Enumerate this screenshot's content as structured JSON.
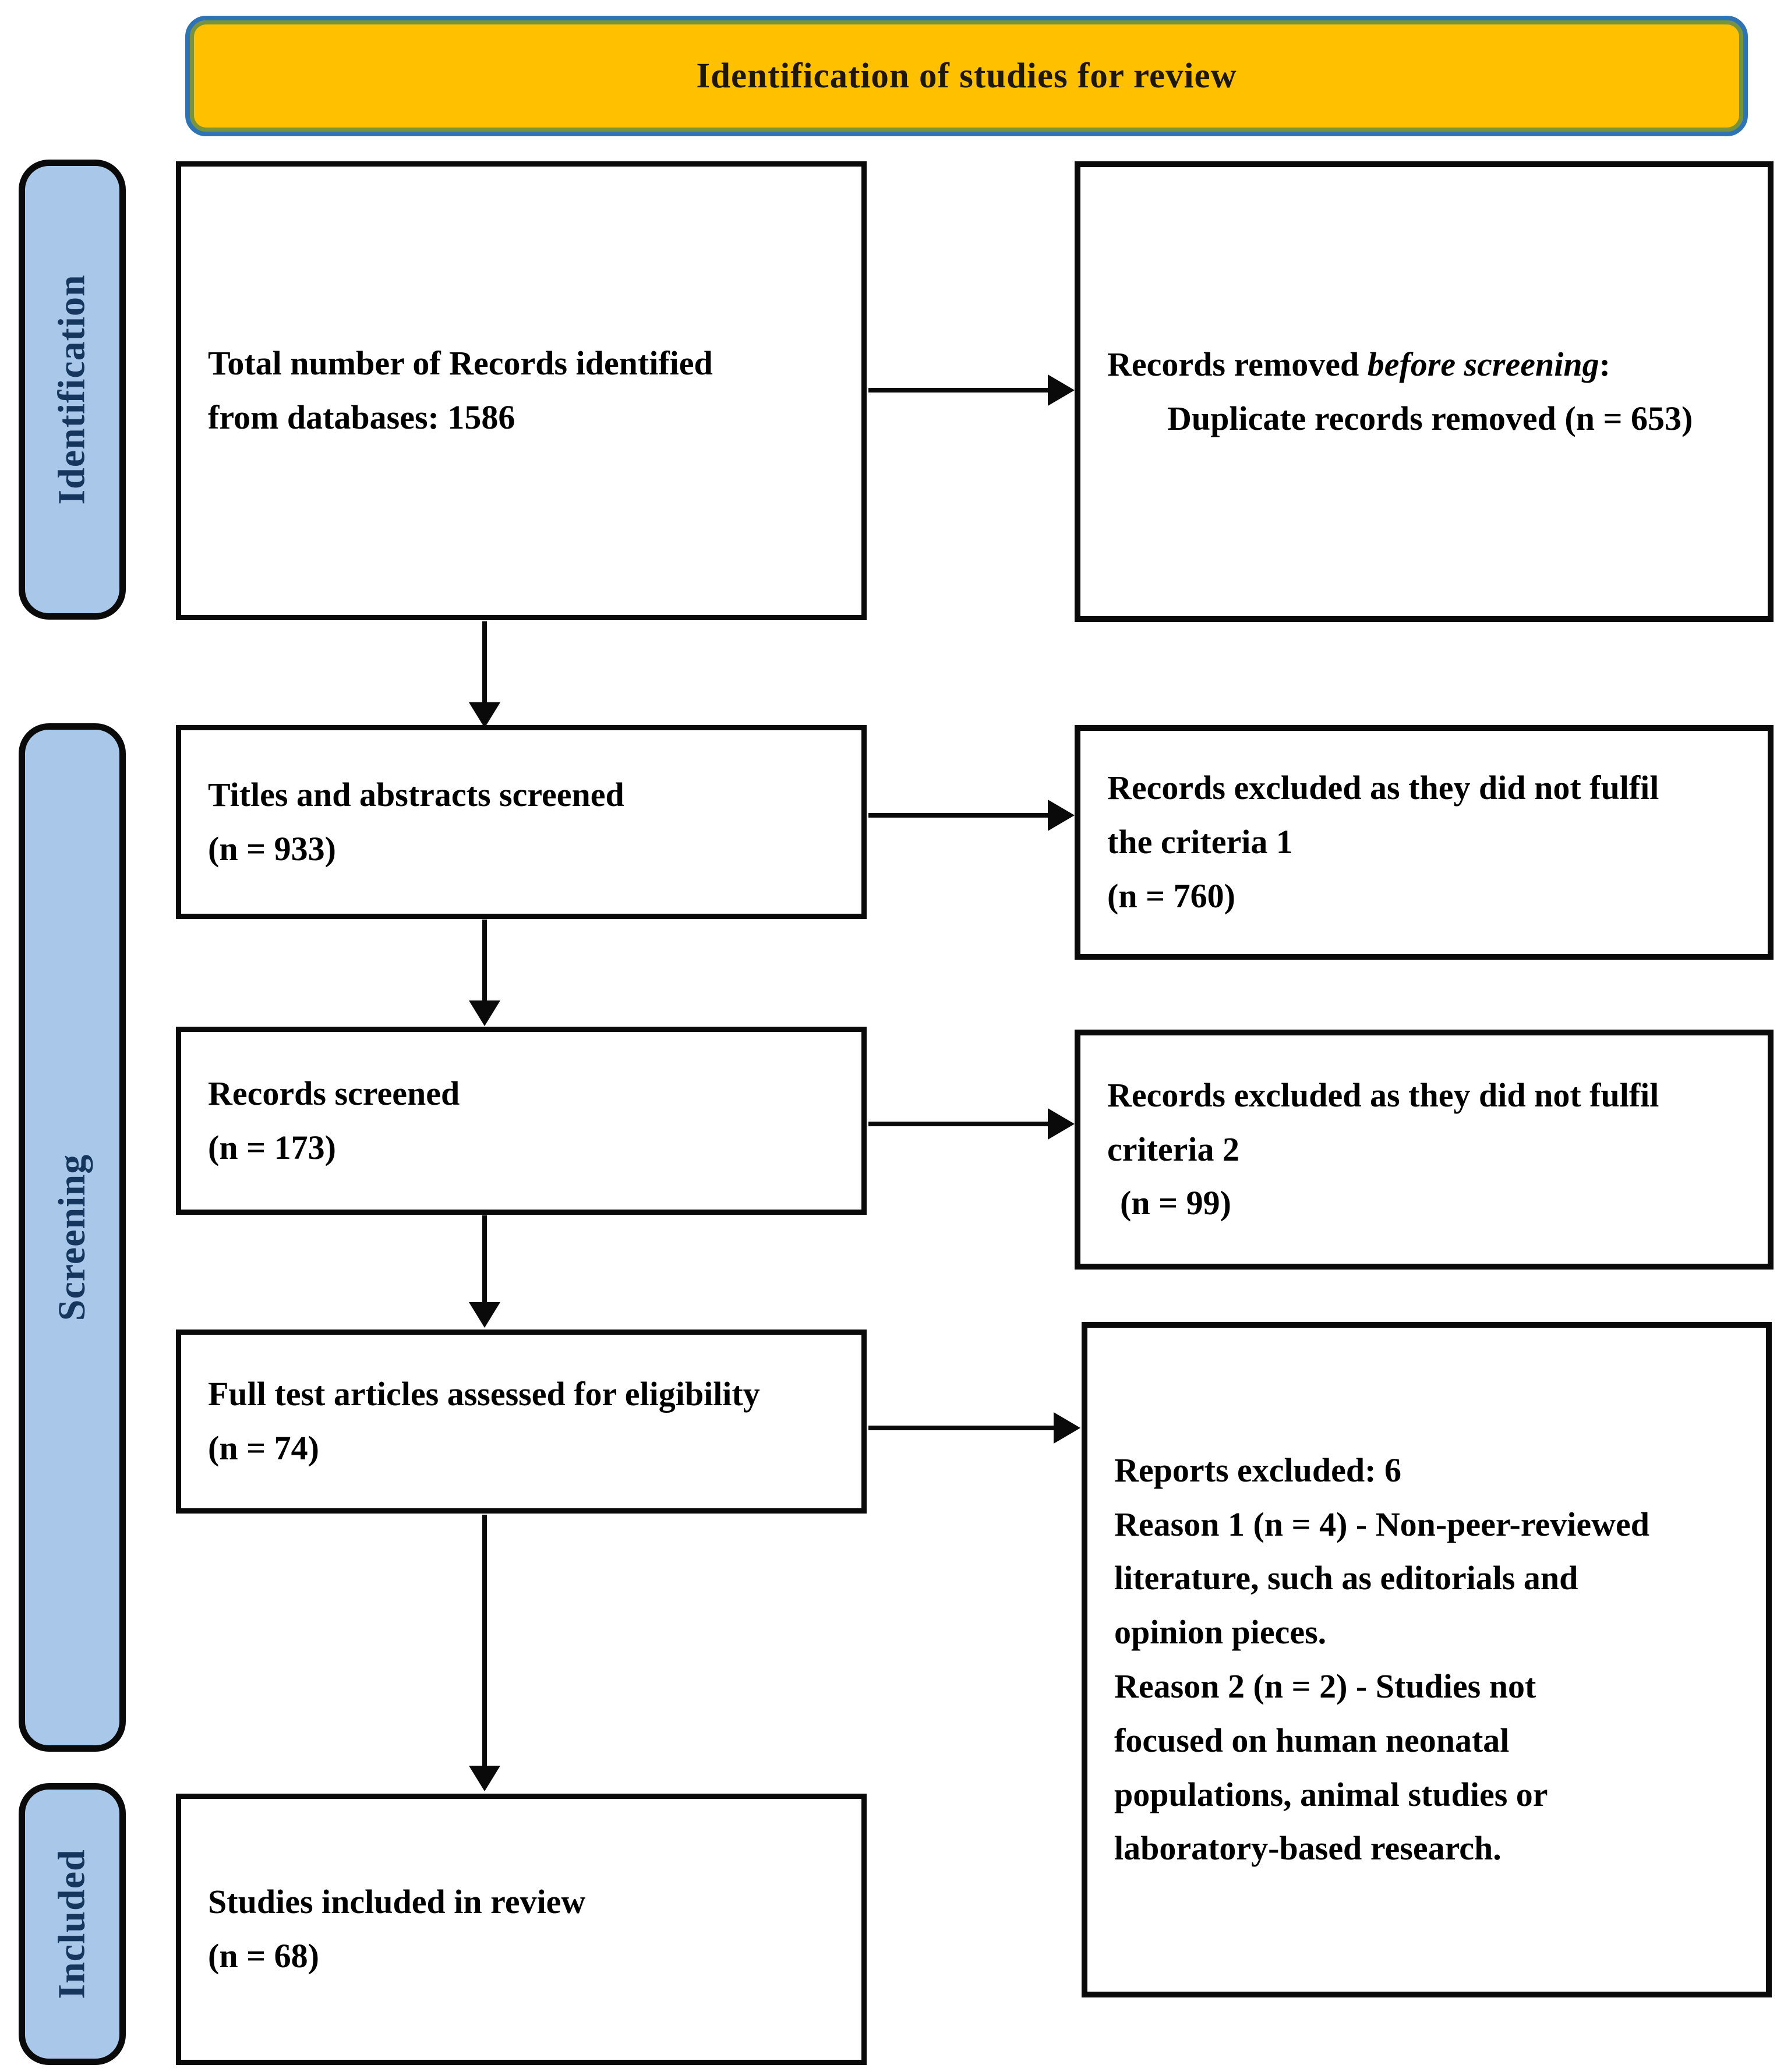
{
  "banner": {
    "title": "Identification of studies for review"
  },
  "stages": [
    {
      "label": "Identification"
    },
    {
      "label": "Screening"
    },
    {
      "label": "Included"
    }
  ],
  "flow": {
    "identified": {
      "text": "Total number of Records identified from databases: 1586"
    },
    "titles_screened": {
      "text": "Titles and abstracts screened",
      "count": "(n = 933)"
    },
    "records_screened": {
      "text": "Records screened",
      "count": "(n = 173)"
    },
    "full_text": {
      "text": "Full test articles assessed for eligibility (n = 74)"
    },
    "included": {
      "text": "Studies included in review",
      "count": "(n = 68)"
    }
  },
  "exclusions": {
    "before_screening": {
      "lead": "Records removed ",
      "lead_emphasis": "before screening",
      "lead_suffix": ":",
      "detail": "Duplicate records removed (n = 653)"
    },
    "criteria1": {
      "text": "Records excluded as they did not fulfil the criteria 1",
      "count": "(n = 760)"
    },
    "criteria2": {
      "text": "Records excluded as they did not fulfil criteria 2",
      "count": "(n = 99)"
    },
    "reports": {
      "header": "Reports excluded: 6",
      "reasons": [
        {
          "text": "Reason 1 (n = 4) - Non-peer-reviewed literature, such as editorials and opinion pieces."
        },
        {
          "text": "Reason 2 (n = 2) - Studies not focused on human neonatal populations, animal studies or laboratory-based research."
        }
      ]
    }
  },
  "colors": {
    "banner_fill": "#FFC000",
    "banner_border": "#2E74B5",
    "banner_inner_ring": "#77933C",
    "stage_fill": "#A9C7E8",
    "stage_text": "#17365D",
    "box_border": "#0A0A0A",
    "arrow": "#0A0A0A",
    "body_text": "#000000"
  }
}
